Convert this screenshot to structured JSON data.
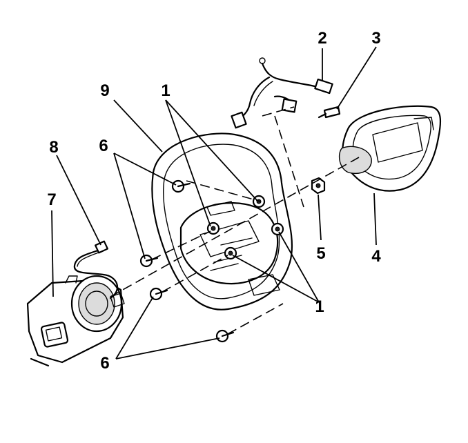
{
  "diagram": {
    "callouts": {
      "c1_top": "1",
      "c1_bottom": "1",
      "c2": "2",
      "c3": "3",
      "c4": "4",
      "c5": "5",
      "c6_left": "6",
      "c6_bottom": "6",
      "c7": "7",
      "c8": "8",
      "c9": "9"
    }
  }
}
